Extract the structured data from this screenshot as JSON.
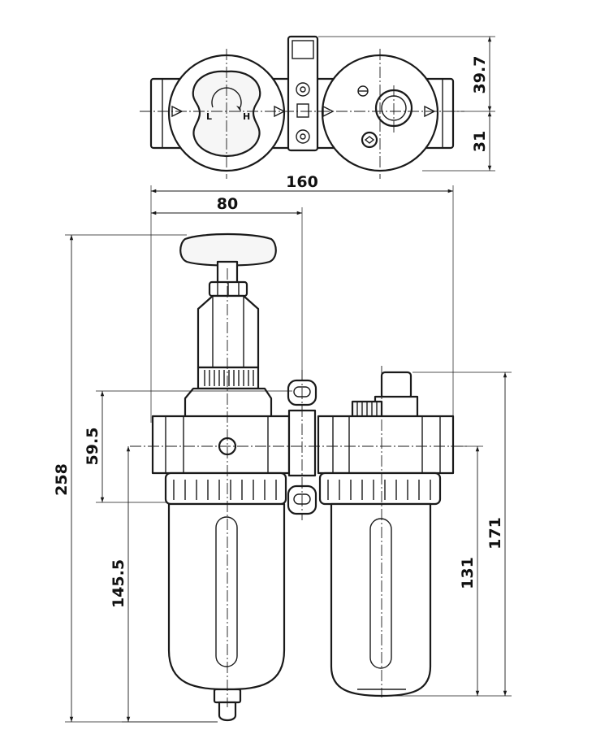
{
  "dimensions": {
    "top_height_upper": "39.7",
    "top_height_lower": "31",
    "total_width": "160",
    "half_width": "80",
    "total_height": "258",
    "port_height": "59.5",
    "filter_height": "145.5",
    "lubricator_bowl_height": "131",
    "lubricator_height": "171"
  },
  "labels": {
    "knob_low": "L",
    "knob_high": "H"
  },
  "colors": {
    "line": "#1a1a1a",
    "background": "#ffffff"
  }
}
